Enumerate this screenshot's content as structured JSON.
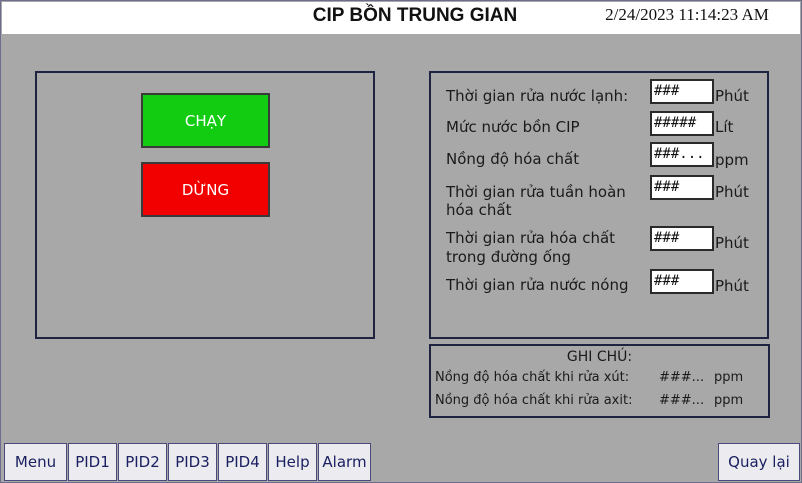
{
  "header": {
    "title": "CIP BỒN TRUNG GIAN",
    "datetime": "2/24/2023 11:14:23 AM"
  },
  "controls": {
    "run_label": "CHẠY",
    "stop_label": "DỪNG"
  },
  "params": [
    {
      "label": "Thời gian rửa nước lạnh:",
      "value": "###",
      "unit": "Phút"
    },
    {
      "label": "Mức nước bồn CIP",
      "value": "#####",
      "unit": "Lít"
    },
    {
      "label": "Nồng độ hóa chất",
      "value": "###...",
      "unit": "ppm"
    },
    {
      "label_line1": "Thời gian rửa tuần hoàn",
      "label_line2": "hóa chất",
      "value": "###",
      "unit": "Phút"
    },
    {
      "label_line1": "Thời gian rửa hóa chất",
      "label_line2": "trong đường ống",
      "value": "###",
      "unit": "Phút"
    },
    {
      "label": "Thời gian rửa nước nóng",
      "value": "###",
      "unit": "Phút"
    }
  ],
  "notes": {
    "title": "GHI CHÚ:",
    "rows": [
      {
        "label": "Nồng độ hóa chất khi rửa xút:",
        "value": "###...",
        "unit": "ppm"
      },
      {
        "label": "Nồng độ hóa chất khi rửa axit:",
        "value": "###...",
        "unit": "ppm"
      }
    ]
  },
  "nav": {
    "menu": "Menu",
    "pid1": "PID1",
    "pid2": "PID2",
    "pid3": "PID3",
    "pid4": "PID4",
    "help": "Help",
    "alarm": "Alarm",
    "back": "Quay lại"
  },
  "colors": {
    "run": "#12cc12",
    "stop": "#f20000",
    "background": "#a8a8a8"
  }
}
